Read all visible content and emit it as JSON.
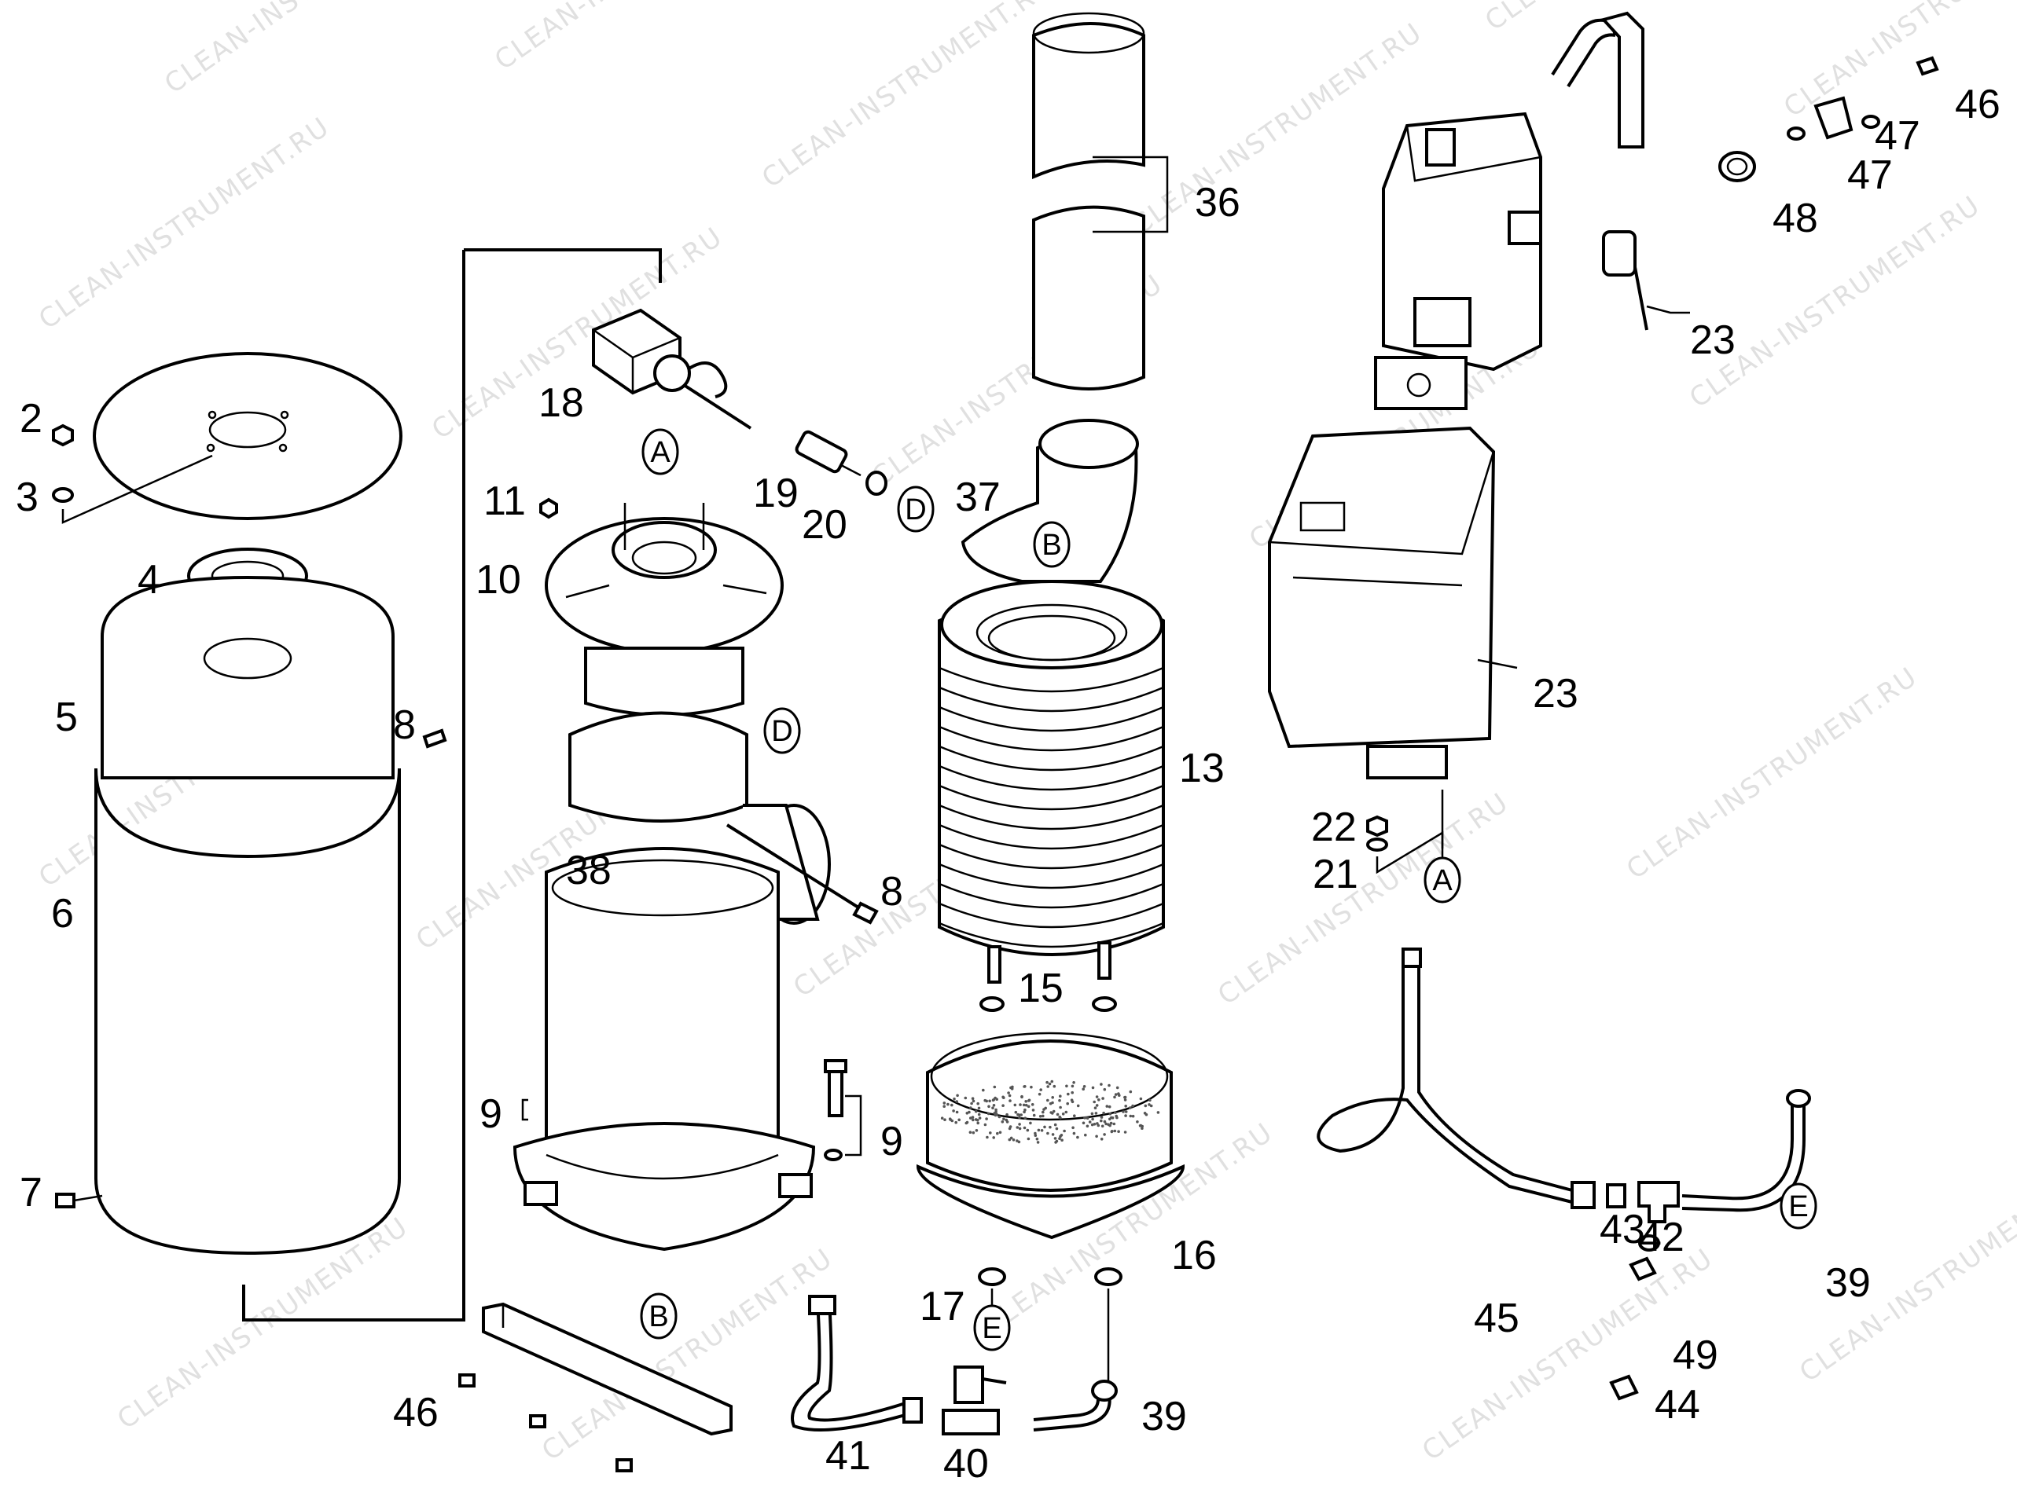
{
  "watermark": "CLEAN-INSTRUMENT.RU",
  "reference_letters": [
    "A",
    "B",
    "D",
    "E"
  ],
  "callouts": [
    "2",
    "3",
    "4",
    "5",
    "6",
    "7",
    "8",
    "9",
    "10",
    "11",
    "13",
    "15",
    "16",
    "17",
    "18",
    "19",
    "20",
    "21",
    "22",
    "23",
    "36",
    "37",
    "38",
    "39",
    "40",
    "41",
    "42",
    "43",
    "44",
    "45",
    "46",
    "47",
    "48",
    "49"
  ],
  "colors": {
    "line": "#000000",
    "background": "#ffffff",
    "watermark": "#c8c8c8"
  }
}
